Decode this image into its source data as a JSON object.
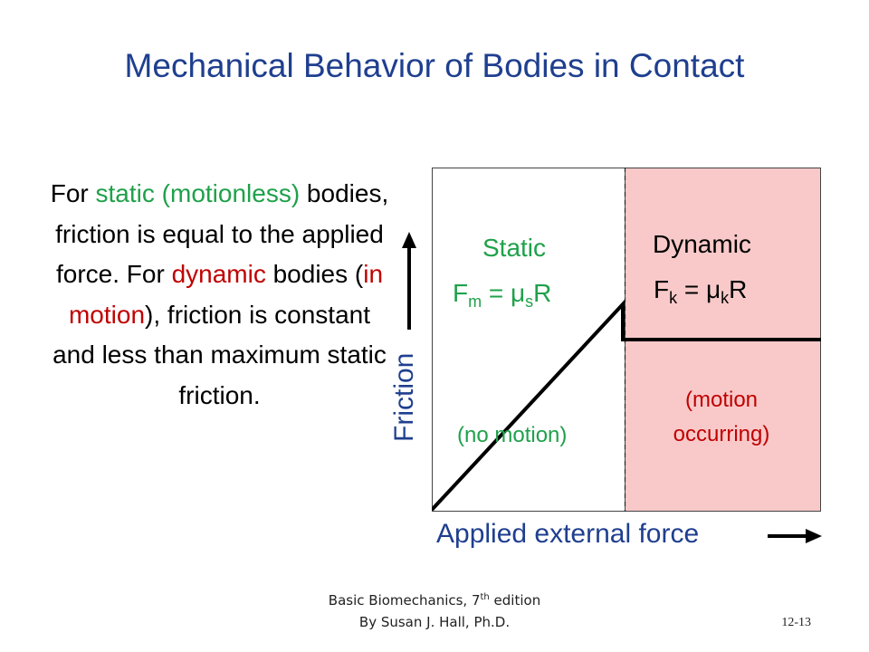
{
  "title": "Mechanical Behavior of Bodies in Contact",
  "body": {
    "p1": "For ",
    "static_word": "static",
    "p2": " ",
    "motionless_word": "(motionless)",
    "p3": " bodies, friction is equal to the applied force. For ",
    "dynamic_word": "dynamic",
    "p4": " bodies (",
    "in_motion_word": "in motion",
    "p5": "), friction is constant and less than maximum static friction."
  },
  "diagram": {
    "static_label": "Static",
    "static_eq_lhs": "F",
    "static_eq_lhs_sub": "m",
    "static_eq_mid": " = ",
    "static_eq_mu": "μ",
    "static_eq_mu_sub": "s",
    "static_eq_rhs": "R",
    "dynamic_label": "Dynamic",
    "dynamic_eq_lhs": "F",
    "dynamic_eq_lhs_sub": "k",
    "dynamic_eq_mid": " = ",
    "dynamic_eq_mu": "μ",
    "dynamic_eq_mu_sub": "k",
    "dynamic_eq_rhs": "R",
    "no_motion": "(no motion)",
    "motion_line1": "(motion",
    "motion_line2": "occurring)",
    "y_axis_label": "Friction",
    "x_axis_label": "Applied external force",
    "static_color": "#1fa14a",
    "dynamic_region_color": "#f9c9c9",
    "accent_text_color": "#1f3f8f"
  },
  "footer": {
    "line1_main": "Basic Biomechanics, 7",
    "line1_sup": "th",
    "line1_end": " edition",
    "line2": "By Susan J. Hall, Ph.D."
  },
  "slide_number": "12-13"
}
